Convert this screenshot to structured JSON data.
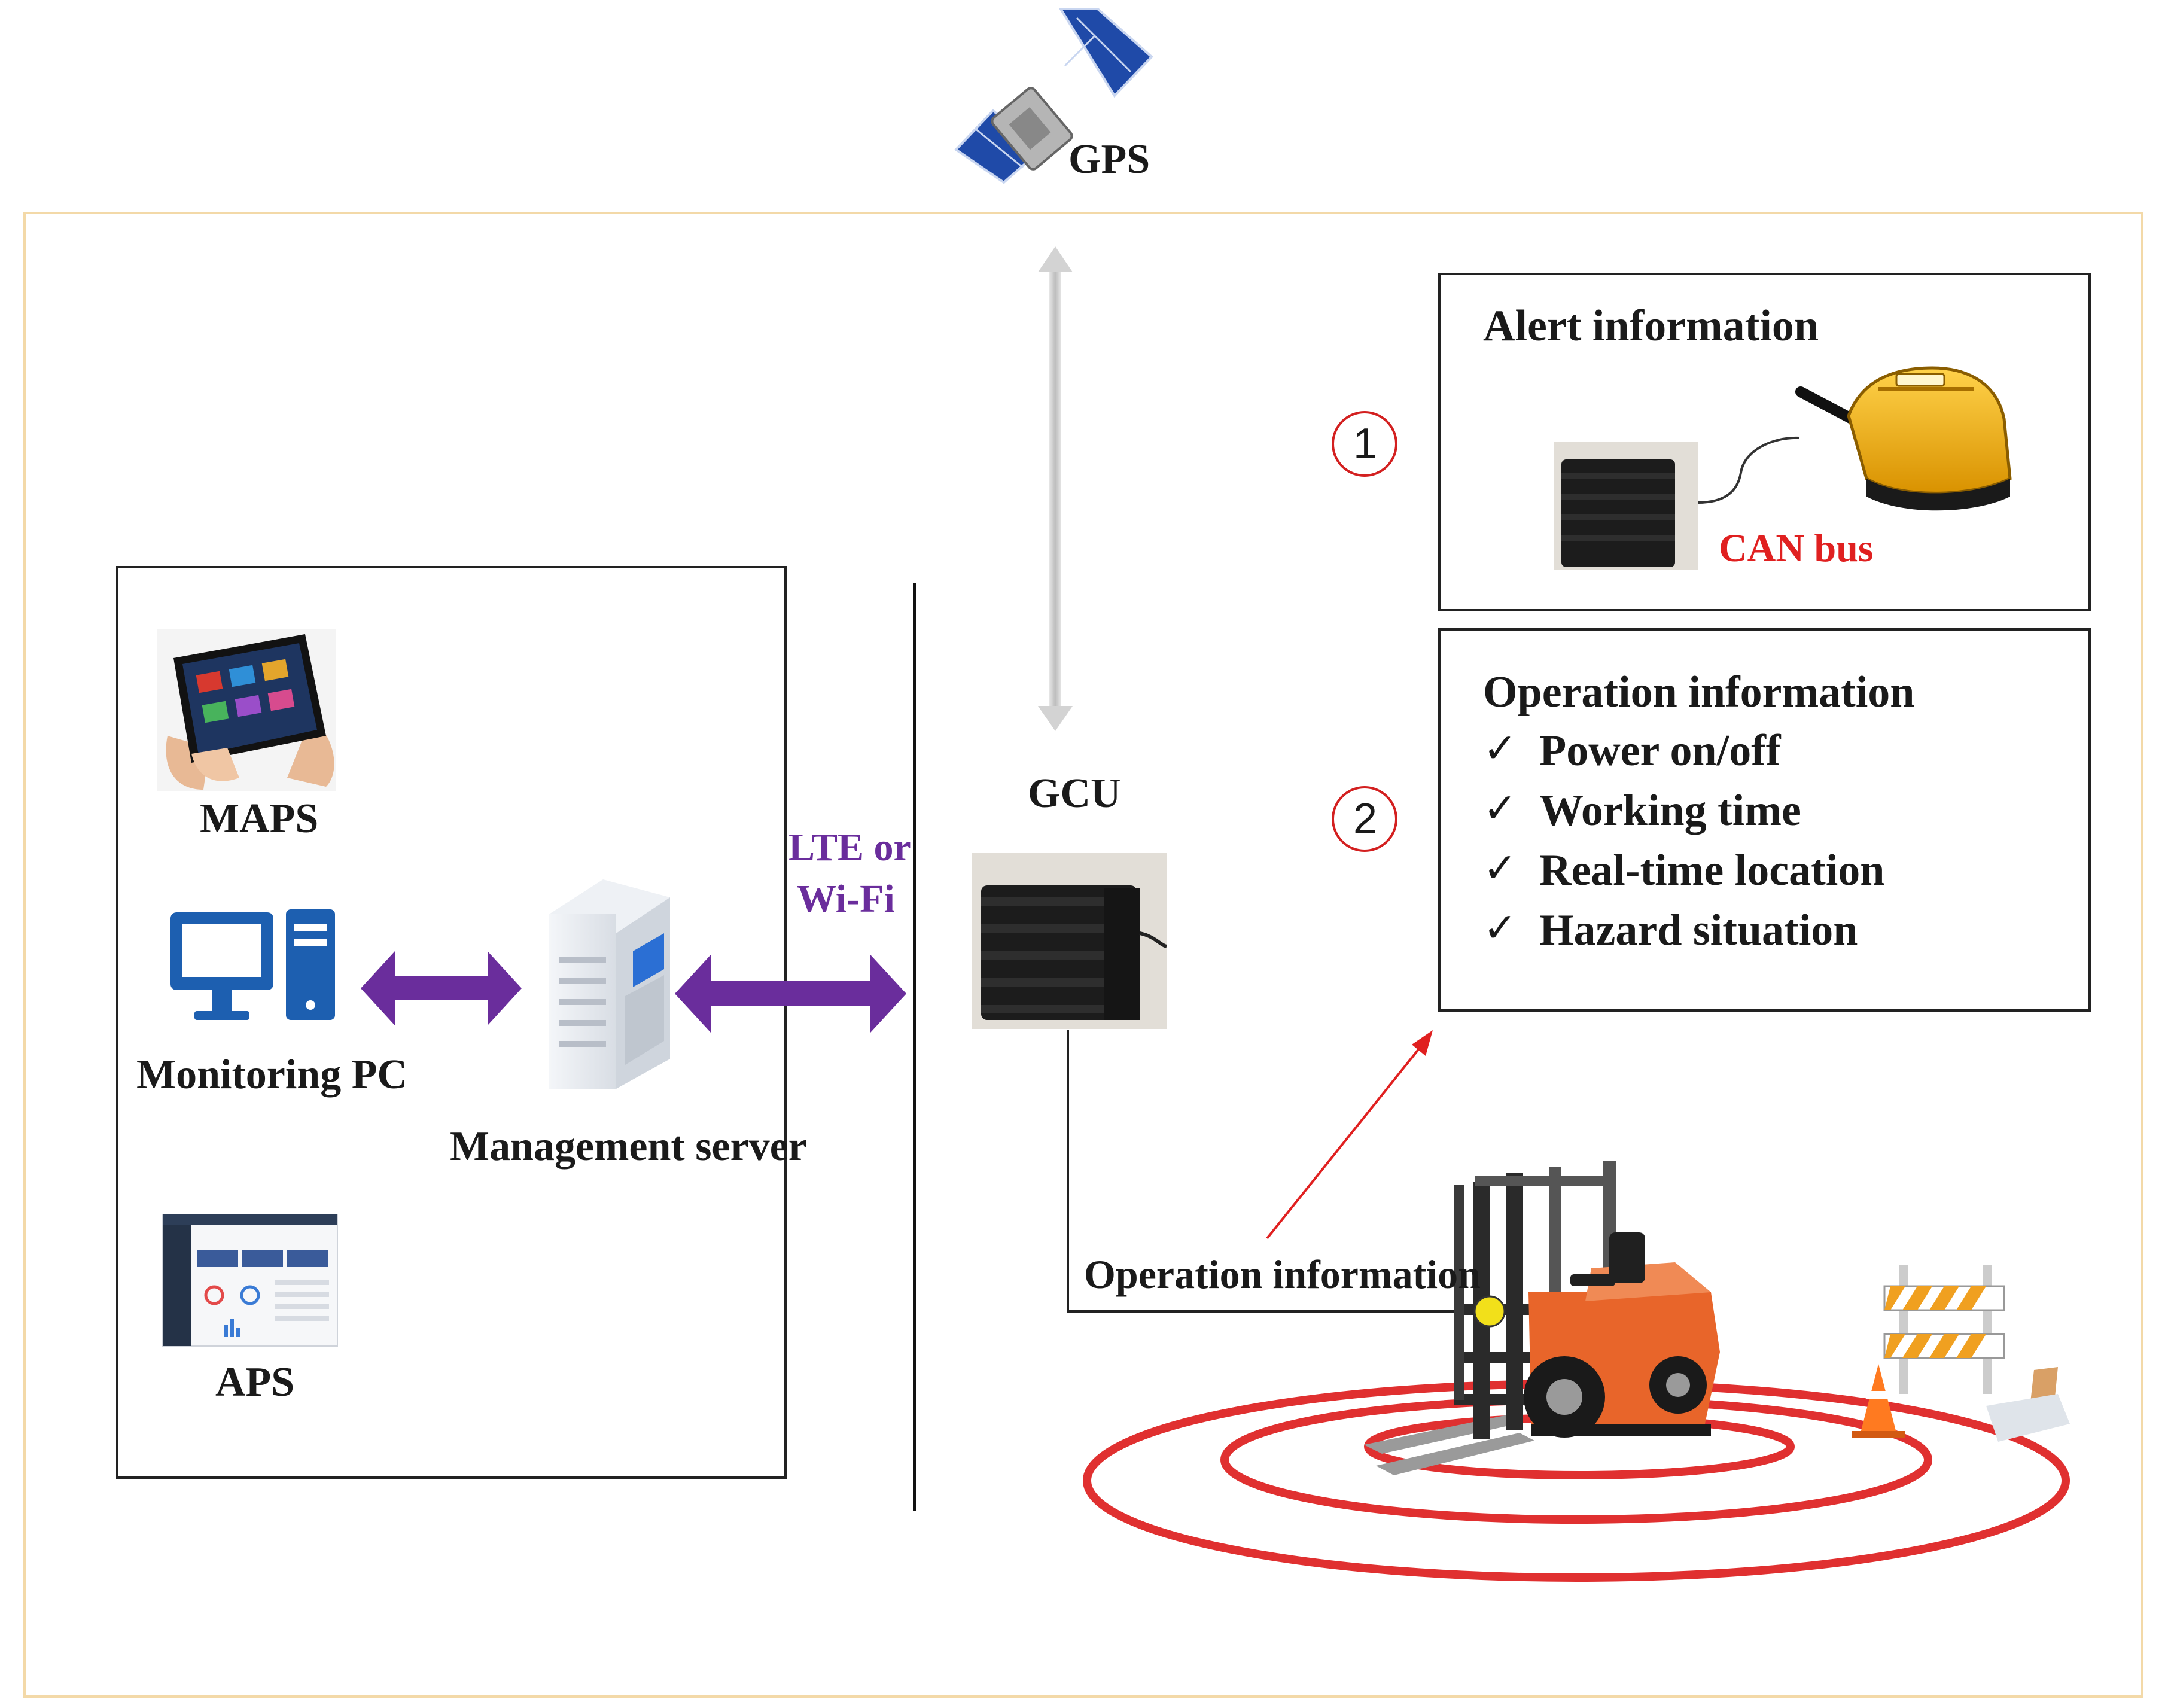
{
  "labels": {
    "gps": "GPS",
    "gcu": "GCU",
    "maps": "MAPS",
    "monitoring_pc": "Monitoring PC",
    "management_server": "Management server",
    "aps": "APS",
    "lte_line1": "LTE or",
    "lte_line2": "Wi-Fi",
    "can_bus": "CAN bus",
    "operation_information_link": "Operation information"
  },
  "alert_box": {
    "number": "1",
    "title": "Alert information"
  },
  "operation_box": {
    "number": "2",
    "title": "Operation information",
    "check_mark": "✓",
    "items": [
      "Power on/off",
      "Working time",
      "Real-time location",
      "Hazard situation"
    ]
  },
  "colors": {
    "frame": "#f3d9a8",
    "link_arrow": "#6a2d9c",
    "gps_arrow": "#cfcfcf",
    "alert_red": "#e02020",
    "ring_red": "#e03030",
    "forklift_orange": "#e8652a",
    "device_black": "#1c1c1c",
    "pc_blue": "#1d5fb0"
  }
}
